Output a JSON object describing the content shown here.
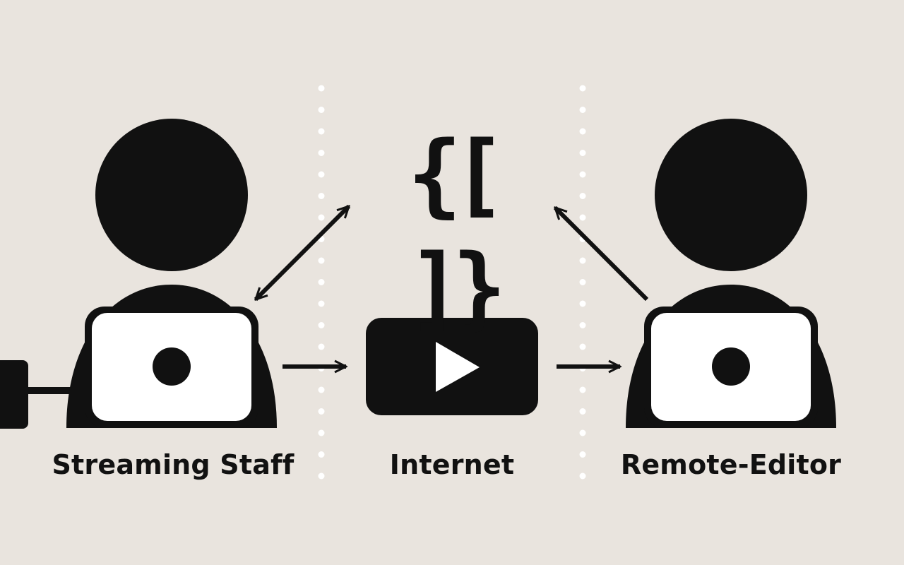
{
  "colors": {
    "background": "#e9e4de",
    "ink": "#111111",
    "white": "#ffffff",
    "divider": "#ffffff"
  },
  "nodes": {
    "streaming_staff": {
      "label": "Streaming Staff"
    },
    "internet": {
      "label": "Internet"
    },
    "remote_editor": {
      "label": "Remote-Editor"
    }
  },
  "code_symbol": {
    "text": "{[ ]}"
  },
  "icons": {
    "person": "person-icon",
    "laptop": "laptop-icon",
    "play": "play-button-icon",
    "code": "code-brackets-icon",
    "plug": "power-plug-icon"
  }
}
